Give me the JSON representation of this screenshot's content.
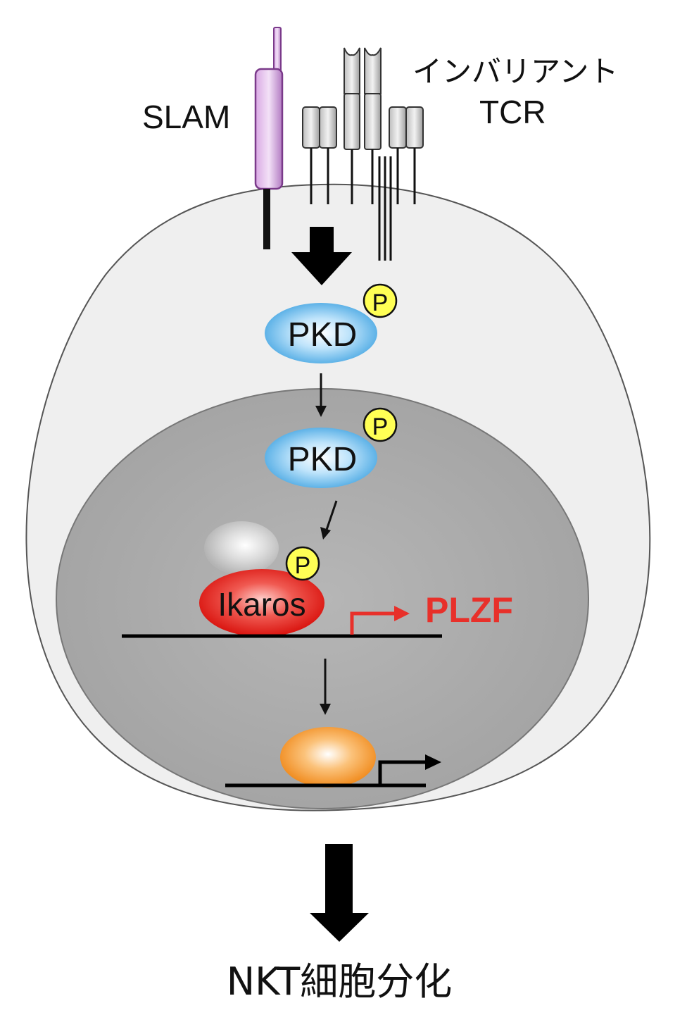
{
  "labels": {
    "slam": "SLAM",
    "tcr_line1": "インバリアント",
    "tcr_line2": "TCR",
    "pkd_cytoplasm": "PKD",
    "pkd_nucleus": "PKD",
    "phospho_symbol": "P",
    "ikaros": "Ikaros",
    "plzf": "PLZF",
    "outcome": "NKT細胞分化"
  },
  "colors": {
    "cell": "#efefef",
    "nucleus": "#aaaaaa",
    "slam_receptor": "#c58fd3",
    "pkd": "#5fb5e8",
    "phospho": "#ffff55",
    "ikaros": "#e2211c",
    "plzf": "#e8302a",
    "target_factor": "#f59a30",
    "cofactor": "#c9c9c9"
  }
}
